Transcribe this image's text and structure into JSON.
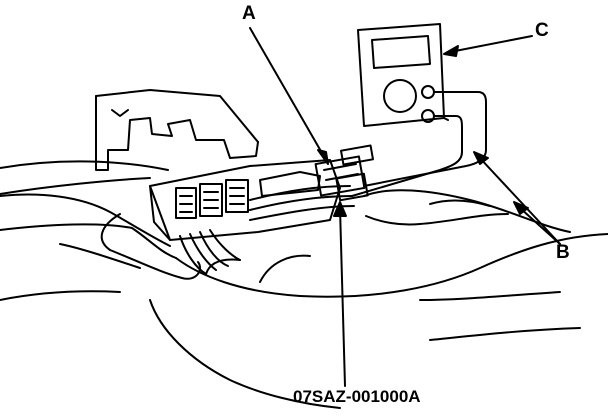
{
  "callouts": {
    "a": "A",
    "b": "B",
    "c": "C"
  },
  "tool_part_number": "07SAZ-001000A",
  "colors": {
    "ink": "#000000",
    "paper": "#ffffff"
  }
}
